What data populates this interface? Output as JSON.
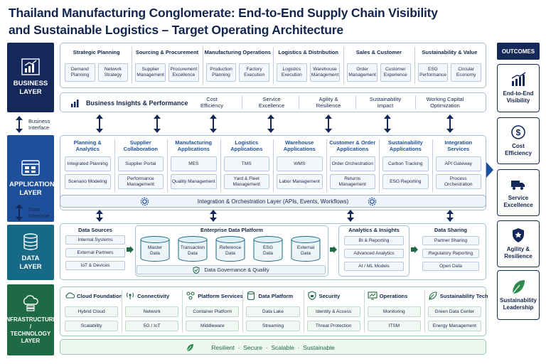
{
  "title_line1": "Thailand Manufacturing Conglomerate: End-to-End Supply Chain Visibility",
  "title_line2": "and Sustainable Logistics – Target Operating Architecture",
  "layers": {
    "business": "BUSINESS LAYER",
    "application": "APPLICATION LAYER",
    "data": "DATA LAYER",
    "infrastructure_line1": "INFRASTRUCTURE /",
    "infrastructure_line2": "TECHNOLOGY",
    "infrastructure_line3": "LAYER"
  },
  "interfaces": {
    "business_line1": "Business",
    "business_line2": "Interface",
    "data_line1": "Data",
    "data_line2": "Interface"
  },
  "business": {
    "groups": [
      {
        "title": "Strategic Planning",
        "items": [
          "Demand Planning",
          "Network Strategy"
        ]
      },
      {
        "title": "Sourcing & Procurement",
        "items": [
          "Supplier Management",
          "Procurement Excellence"
        ]
      },
      {
        "title": "Manufacturing Operations",
        "items": [
          "Production Planning",
          "Factory Execution"
        ]
      },
      {
        "title": "Logistics & Distribution",
        "items": [
          "Logistics Execution",
          "Warehouse Management"
        ]
      },
      {
        "title": "Sales & Customer",
        "items": [
          "Order Management",
          "Customer Experience"
        ]
      },
      {
        "title": "Sustainability & Value",
        "items": [
          "ESG Performance",
          "Circular Economy"
        ]
      }
    ],
    "insights_title": "Business Insights & Performance",
    "kpis": [
      {
        "line1": "Cost",
        "line2": "Efficiency"
      },
      {
        "line1": "Service",
        "line2": "Excellence"
      },
      {
        "line1": "Agility &",
        "line2": "Resilience"
      },
      {
        "line1": "Sustainability",
        "line2": "Impact"
      },
      {
        "line1": "Working Capital",
        "line2": "Optimization"
      }
    ]
  },
  "application": {
    "groups": [
      {
        "title": "Planning & Analytics",
        "items": [
          "Integrated Planning",
          "Scenario Modeling"
        ]
      },
      {
        "title": "Supplier Collaboration",
        "items": [
          "Supplier Portal",
          "Performance Management"
        ]
      },
      {
        "title": "Manufacturing Applications",
        "items": [
          "MES",
          "Quality Management"
        ]
      },
      {
        "title": "Logistics Applications",
        "items": [
          "TMS",
          "Yard & Fleet Management"
        ]
      },
      {
        "title": "Warehouse Applications",
        "items": [
          "WMS",
          "Labor Management"
        ]
      },
      {
        "title": "Customer & Order Applications",
        "items": [
          "Order Orchestration",
          "Returns Management"
        ]
      },
      {
        "title": "Sustainability Applications",
        "items": [
          "Carbon Tracking",
          "ESG Reporting"
        ]
      },
      {
        "title": "Integration Services",
        "items": [
          "API Gateway",
          "Process Orchestration"
        ]
      }
    ],
    "integration_layer": "Integration & Orchestration Layer (APIs, Events, Workflows)"
  },
  "data": {
    "sources_title": "Data Sources",
    "sources": [
      "Internal Systems",
      "External Partners",
      "IoT & Devices"
    ],
    "platform_title": "Enterprise Data Platform",
    "platform_items": [
      {
        "line1": "Master",
        "line2": "Data"
      },
      {
        "line1": "Transaction",
        "line2": "Data"
      },
      {
        "line1": "Reference",
        "line2": "Data"
      },
      {
        "line1": "ESG",
        "line2": "Data"
      },
      {
        "line1": "External",
        "line2": "Data"
      }
    ],
    "governance": "Data Governance & Quality",
    "analytics_title": "Analytics & Insights",
    "analytics": [
      "BI & Reporting",
      "Advanced Analytics",
      "AI / ML Models"
    ],
    "sharing_title": "Data Sharing",
    "sharing": [
      "Partner Sharing",
      "Regulatory Reporting",
      "Open Data"
    ]
  },
  "infrastructure": {
    "groups": [
      {
        "title": "Cloud Foundation",
        "items": [
          "Hybrid Cloud",
          "Scalability"
        ]
      },
      {
        "title": "Connectivity",
        "items": [
          "Network",
          "5G / IoT"
        ]
      },
      {
        "title": "Platform Services",
        "items": [
          "Container Platform",
          "Middleware"
        ]
      },
      {
        "title": "Data Platform",
        "items": [
          "Data Lake",
          "Streaming"
        ]
      },
      {
        "title": "Security",
        "items": [
          "Identity & Access",
          "Threat Protection"
        ]
      },
      {
        "title": "Operations",
        "items": [
          "Monitoring",
          "ITSM"
        ]
      },
      {
        "title": "Sustainability Tech",
        "items": [
          "Green Data Center",
          "Energy Management"
        ]
      }
    ],
    "footer": "Resilient  ·  Secure  ·  Scalable  ·  Sustainable"
  },
  "outcomes": {
    "title": "OUTCOMES",
    "items": [
      {
        "line1": "End-to-End",
        "line2": "Visibility"
      },
      {
        "line1": "Cost",
        "line2": "Efficiency"
      },
      {
        "line1": "Service",
        "line2": "Excellence"
      },
      {
        "line1": "Agility &",
        "line2": "Resilience"
      },
      {
        "line1": "Sustainability",
        "line2": "Leadership"
      }
    ]
  },
  "colors": {
    "business": "#14295a",
    "application": "#1d4f9b",
    "data": "#166a86",
    "infrastructure": "#1e6a45",
    "green_accent": "#2f8a4e"
  }
}
